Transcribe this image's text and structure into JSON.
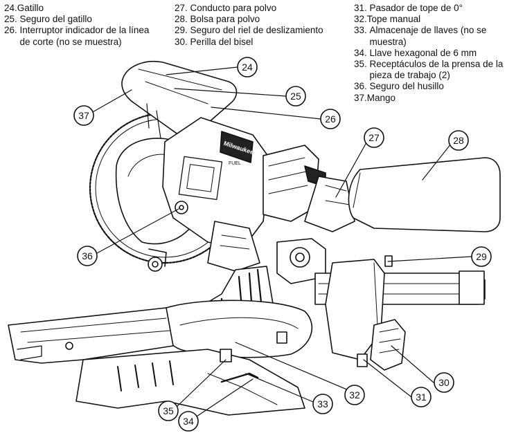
{
  "legend": {
    "column1": [
      {
        "num": "24.",
        "text": "Gatillo"
      },
      {
        "num": "25. ",
        "text": "Seguro del gatillo"
      },
      {
        "num": "26. ",
        "text": "Interruptor indicador de la línea de corte (no se muestra)"
      }
    ],
    "column2": [
      {
        "num": "27. ",
        "text": "Conducto para polvo"
      },
      {
        "num": "28. ",
        "text": "Bolsa para polvo"
      },
      {
        "num": "29. ",
        "text": "Seguro del riel de deslizamiento"
      },
      {
        "num": "30. ",
        "text": "Perilla del bisel"
      }
    ],
    "column3": [
      {
        "num": "31. ",
        "text": "Pasador de tope de 0°"
      },
      {
        "num": "32.",
        "text": "Tope manual"
      },
      {
        "num": "33. ",
        "text": "Almacenaje de llaves (no se muestra)"
      },
      {
        "num": "34. ",
        "text": "Llave hexagonal de 6 mm"
      },
      {
        "num": "35. ",
        "text": "Receptáculos de la prensa de la pieza de trabajo (2)"
      },
      {
        "num": "36. ",
        "text": "Seguro del husillo"
      },
      {
        "num": "37.",
        "text": "Mango"
      }
    ]
  },
  "callouts": [
    "24",
    "25",
    "26",
    "27",
    "28",
    "29",
    "30",
    "31",
    "32",
    "33",
    "34",
    "35",
    "36",
    "37"
  ]
}
